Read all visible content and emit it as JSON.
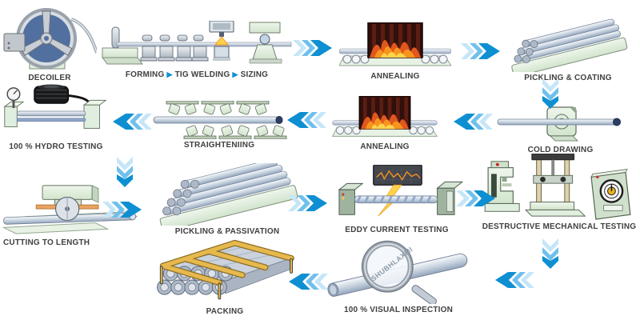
{
  "colors": {
    "arrow_head": "#0e8fd2",
    "arrow_mid": "#6fc0ec",
    "arrow_tail": "#c5e6f8",
    "label_text": "#3f3f3f",
    "machine_green": "#dfeede",
    "furnace_dark": "#30100b",
    "flame_orange": "#ef7d1a",
    "flame_yellow": "#ffd44d",
    "tube_silver": "#c4cfdd",
    "wheel_blue": "#51709f",
    "wood_yellow": "#e6b94f"
  },
  "icons": {
    "flow_right": "▶"
  },
  "stages": [
    {
      "id": "decoiler",
      "label": "DECOILER"
    },
    {
      "id": "forming",
      "label": "FORMING"
    },
    {
      "id": "tig-welding",
      "label": "TIG WELDING"
    },
    {
      "id": "sizing",
      "label": "SIZING"
    },
    {
      "id": "annealing-1",
      "label": "ANNEALING"
    },
    {
      "id": "pickling-coating",
      "label": "PICKLING & COATING"
    },
    {
      "id": "cold-drawing",
      "label": "COLD DRAWING"
    },
    {
      "id": "annealing-2",
      "label": "ANNEALING"
    },
    {
      "id": "straightening",
      "label": "STRAIGHTENIING"
    },
    {
      "id": "hydro-testing",
      "label": "100 % HYDRO TESTING"
    },
    {
      "id": "cutting-to-length",
      "label": "CUTTING TO LENGTH"
    },
    {
      "id": "pickling-passivation",
      "label": "PICKLING & PASSIVATION"
    },
    {
      "id": "eddy-current-testing",
      "label": "EDDY CURRENT TESTING"
    },
    {
      "id": "destructive-testing",
      "label": "DESTRUCTIVE MECHANICAL TESTING"
    },
    {
      "id": "visual-inspection",
      "label": "100 % VISUAL INSPECTION"
    },
    {
      "id": "packing",
      "label": "PACKING"
    }
  ],
  "visual_inspection": {
    "tube_marking": "SHUBHLAXMI"
  }
}
